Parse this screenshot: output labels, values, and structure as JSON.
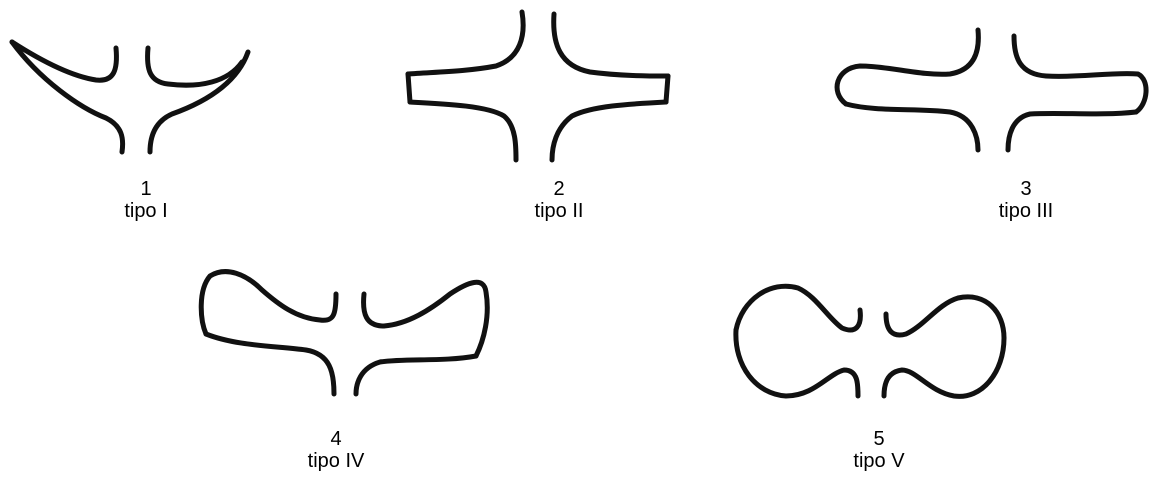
{
  "figures": [
    {
      "number": "1",
      "label": "tipo I"
    },
    {
      "number": "2",
      "label": "tipo II"
    },
    {
      "number": "3",
      "label": "tipo III"
    },
    {
      "number": "4",
      "label": "tipo IV"
    },
    {
      "number": "5",
      "label": "tipo V"
    }
  ],
  "colors": {
    "ink": "#111111",
    "background": "#ffffff"
  }
}
